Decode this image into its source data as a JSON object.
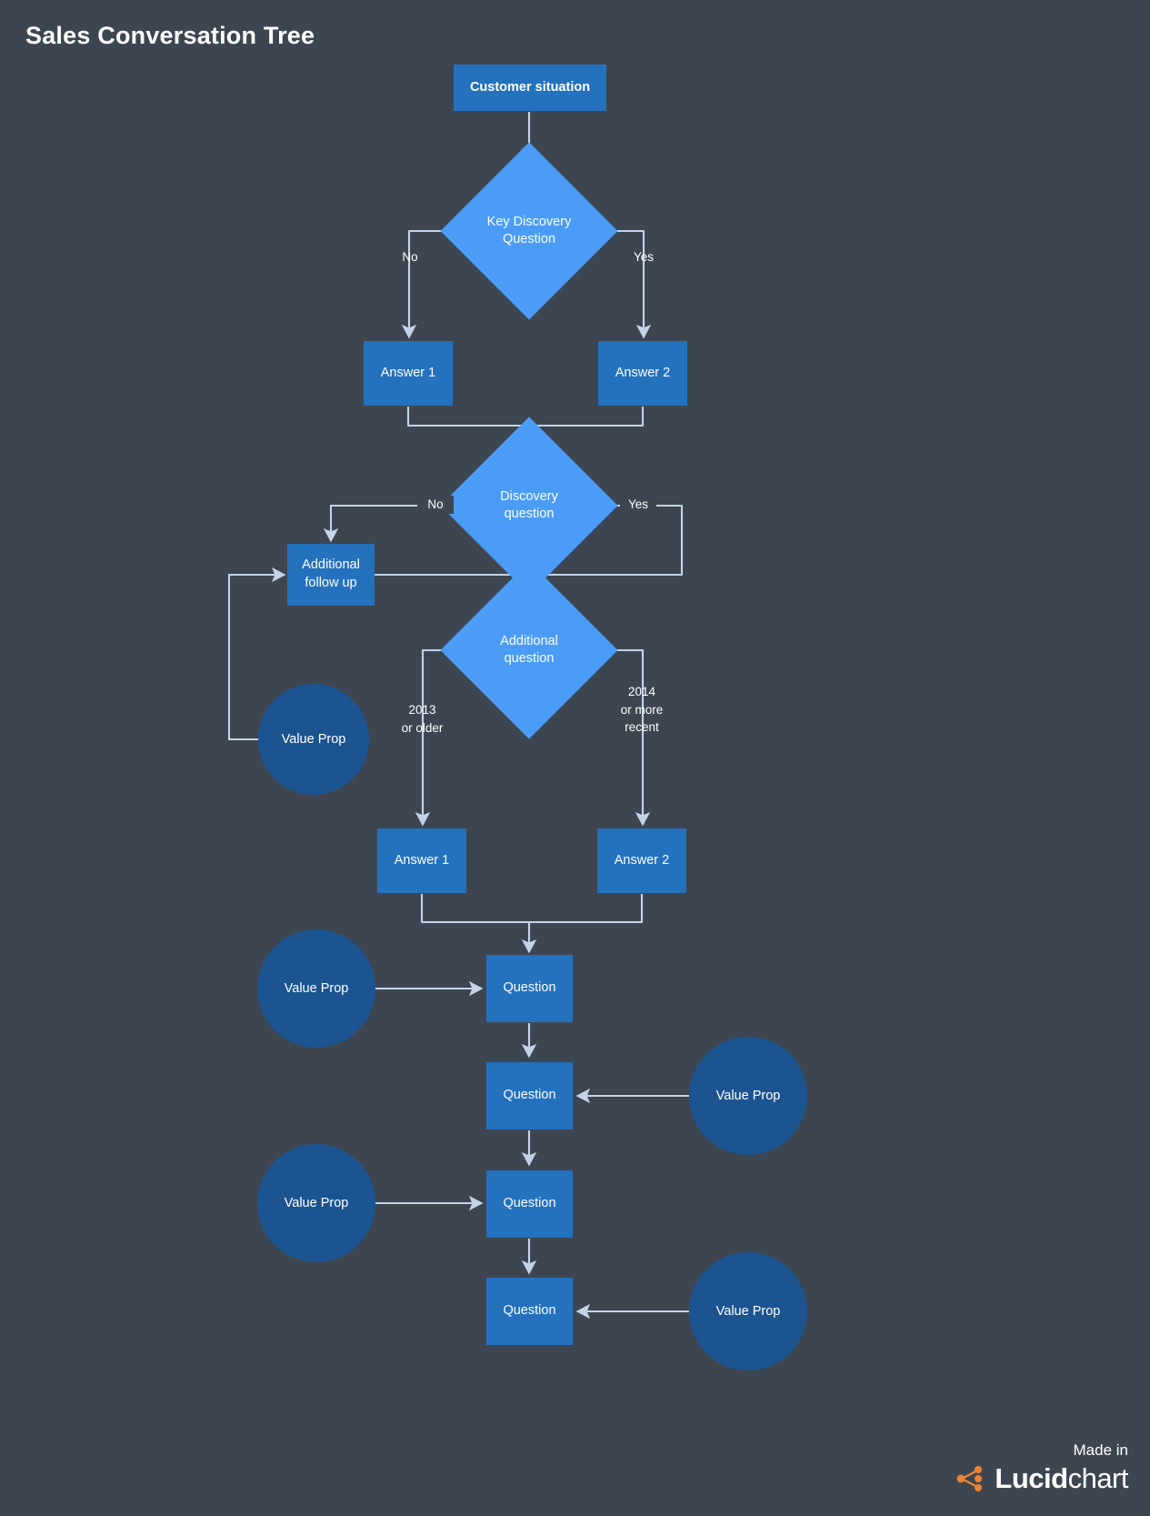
{
  "page": {
    "title": "Sales Conversation Tree",
    "background_color": "#3d4650",
    "connector_color": "#c3d4ea"
  },
  "palette": {
    "rect_blue": "#2471bd",
    "diamond_blue": "#4a9cf6",
    "circle_blue": "#1b5490",
    "text_white": "#ffffff",
    "accent_orange": "#ef8330"
  },
  "nodes": {
    "customer_situation": "Customer situation",
    "key_discovery_question": "Key Discovery\nQuestion",
    "answer_1_top": "Answer 1",
    "answer_2_top": "Answer 2",
    "discovery_question": "Discovery\nquestion",
    "additional_follow_up": "Additional\nfollow up",
    "additional_question": "Additional\nquestion",
    "value_prop_loop": "Value Prop",
    "answer_1_mid": "Answer 1",
    "answer_2_mid": "Answer 2",
    "value_prop_q1": "Value Prop",
    "value_prop_q2": "Value Prop",
    "value_prop_q3": "Value Prop",
    "value_prop_q4": "Value Prop",
    "question_1": "Question",
    "question_2": "Question",
    "question_3": "Question",
    "question_4": "Question"
  },
  "edge_labels": {
    "key_no": "No",
    "key_yes": "Yes",
    "discovery_no": "No",
    "discovery_yes": "Yes",
    "additional_left": "2013\nor older",
    "additional_right": "2014\nor more\nrecent"
  },
  "watermark": {
    "made_in": "Made in",
    "brand_bold": "Lucid",
    "brand_light": "chart",
    "mark_name": "lucidchart-node-mark"
  }
}
